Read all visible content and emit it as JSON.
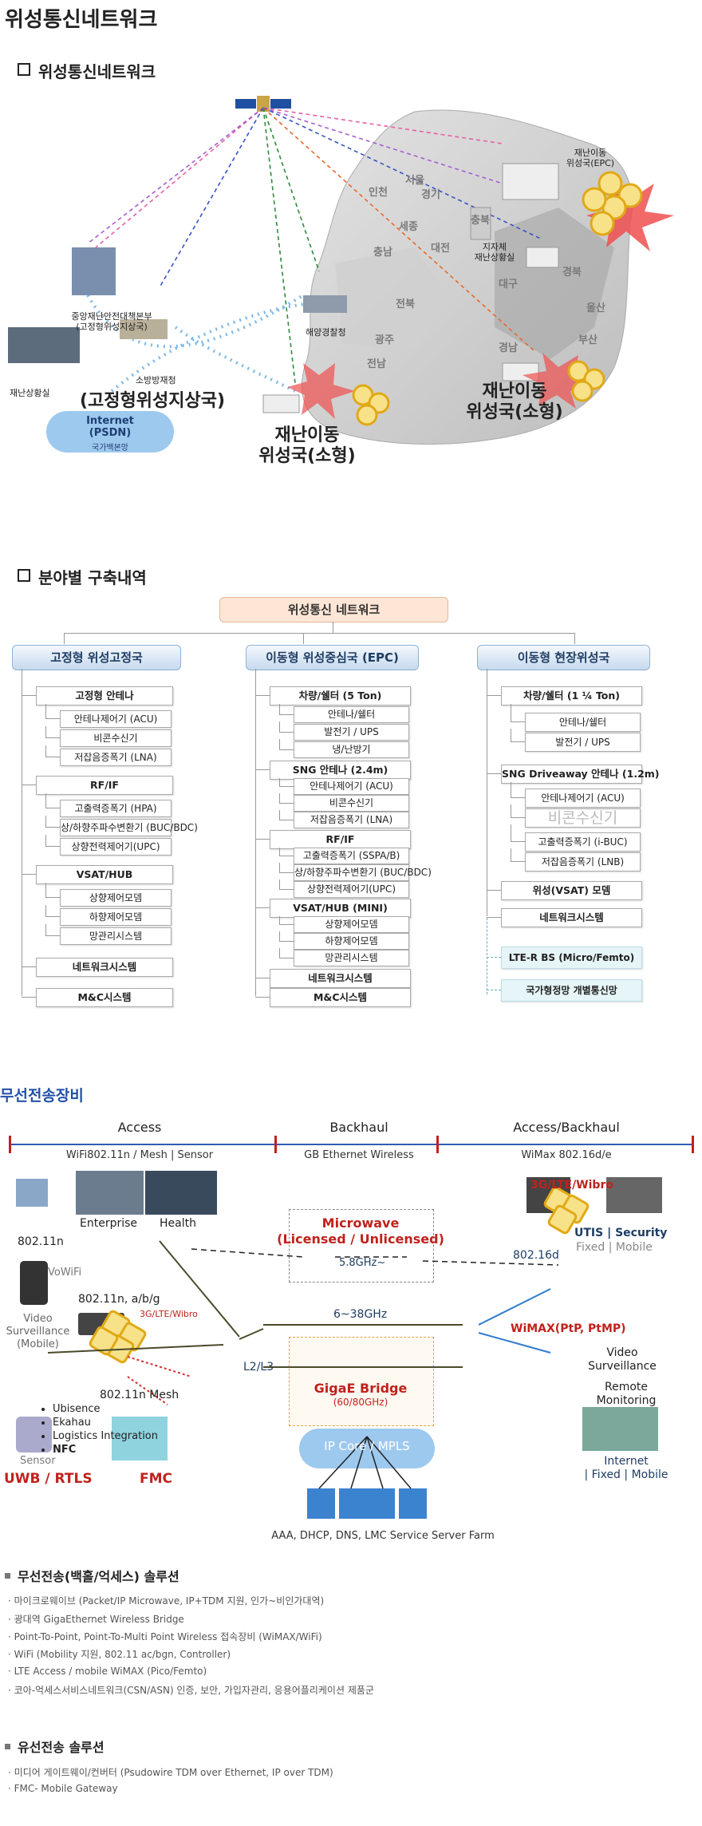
{
  "page_title": "위성통신네트워크",
  "section1": {
    "heading": "위성통신네트워크",
    "map_labels": {
      "cities": [
        "인천",
        "서울",
        "경기",
        "세종",
        "대전",
        "충남",
        "충북",
        "전북",
        "광주",
        "전남",
        "대구",
        "경북",
        "울산",
        "부산",
        "경남"
      ],
      "epc": "재난이동\n위성국(EPC)",
      "local_gov": "지자체\n재난상황실",
      "central_hq": "중앙재난안전대책본부\n(고정형위성지상국)",
      "fire_agency": "소방방재청",
      "coast_guard": "해양경찰청",
      "disaster_room": "재난상황실",
      "fixed_station": "(고정형위성지상국)",
      "internet": "Internet\n(PSDN)",
      "national_net": "국가백본망",
      "mobile_small_left": "재난이동\n위성국(소형)",
      "mobile_small_right": "재난이동\n위성국(소형)"
    }
  },
  "section2": {
    "heading": "분야별 구축내역",
    "root": "위성통신 네트워크",
    "columns": [
      {
        "header": "고정형 위성고정국",
        "items": [
          "고정형 안테나",
          "안테나제어기 (ACU)",
          "비콘수신기",
          "저잡음증폭기 (LNA)",
          "RF/IF",
          "고출력증폭기 (HPA)",
          "상/하향주파수변환기 (BUC/BDC)",
          "상향전력제어기(UPC)",
          "VSAT/HUB",
          "상향제어모뎀",
          "하향제어모뎀",
          "망관리시스템",
          "네트워크시스템",
          "M&C시스템"
        ]
      },
      {
        "header": "이동형 위성중심국 (EPC)",
        "items": [
          "차량/쉘터 (5 Ton)",
          "안테나/쉘터",
          "발전기 / UPS",
          "냉/난방기",
          "SNG 안테나 (2.4m)",
          "안테나제어기 (ACU)",
          "비콘수신기",
          "저잡음증폭기 (LNA)",
          "RF/IF",
          "고출력증폭기 (SSPA/B)",
          "상/하향주파수변환기 (BUC/BDC)",
          "상향전력제어기(UPC)",
          "VSAT/HUB (MINI)",
          "상향제어모뎀",
          "하향제어모뎀",
          "망관리시스템",
          "네트워크시스템",
          "M&C시스템"
        ]
      },
      {
        "header": "이동형 현장위성국",
        "items": [
          "차량/쉘터 (1 ¼ Ton)",
          "안테나/쉘터",
          "발전기 / UPS",
          "SNG Driveaway 안테나 (1.2m)",
          "안테나제어기 (ACU)",
          "비콘수신기",
          "고출력증폭기 (i-BUC)",
          "저잡음증폭기 (LNB)",
          "위성(VSAT) 모뎀",
          "네트워크시스템",
          "LTE-R BS (Micro/Femto)",
          "국가형정망 개별통신망"
        ]
      }
    ]
  },
  "section3": {
    "heading": "무선전송장비",
    "diagram": {
      "top": [
        "Access",
        "Backhaul",
        "Access/Backhaul"
      ],
      "sub": [
        "WiFi802.11n / Mesh | Sensor",
        "GB Ethernet Wireless",
        "WiMax 802.16d/e"
      ],
      "l_80211n": "802.11n",
      "l_enterprise": "Enterprise",
      "l_health": "Health",
      "l_vowifi": "VoWiFi",
      "l_abg": "802.11n, a/b/g",
      "l_video_mobile": "Video\nSurveillance\n(Mobile)",
      "l_3glte_small": "3G/LTE/Wibro",
      "l_mesh": "802.11n Mesh",
      "l_l2l3": "L2/L3",
      "l_bullets": [
        "Ubisence",
        "Ekahau",
        "Logistics Integration",
        "NFC"
      ],
      "l_sensor": "Sensor",
      "l_uwb": "UWB / RTLS",
      "l_fmc": "FMC",
      "l_microwave": "Microwave\n(Licensed / Unlicensed)",
      "l_58": "5.8GHz~",
      "l_638": "6~38GHz",
      "l_gigae": "GigaE Bridge",
      "l_6080": "(60/80GHz)",
      "l_ipcore": "IP Core / MPLS",
      "l_aaa": "AAA, DHCP, DNS, LMC Service Server Farm",
      "l_3glte_big": "3G/LTE/Wibro",
      "l_utis": "UTIS | Security",
      "l_fixedmobile": "Fixed | Mobile",
      "l_80216d": "802.16d",
      "l_wimax": "WiMAX(PtP, PtMP)",
      "l_video": "Video\nSurveillance",
      "l_remote": "Remote\nMonitoring",
      "l_internet": "Internet\n| Fixed | Mobile"
    },
    "solutions": [
      {
        "title": "무선전송(백홀/억세스) 솔루션",
        "items": [
          "마이크로웨이브 (Packet/IP Microwave, IP+TDM 지원,  인가~비인가대역)",
          "광대역 GigaEthernet Wireless Bridge",
          "Point-To-Point, Point-To-Multi Point Wireless 접속장비 (WiMAX/WiFi)",
          "WiFi (Mobility 지원, 802.11 ac/bgn, Controller)",
          "LTE Access / mobile WiMAX (Pico/Femto)",
          "코아-억세스서비스네트워크(CSN/ASN) 인증, 보안, 가입자관리, 응용어플리케이션 제품군"
        ]
      },
      {
        "title": "유선전송 솔루션",
        "items": [
          "미디어 게이트웨이/컨버터 (Psudowire TDM over Ethernet, IP over TDM)",
          "FMC- Mobile Gateway"
        ]
      }
    ]
  },
  "colors": {
    "heading_blue": "#2250a8",
    "accent_red": "#c0221c",
    "orange_box": "#fde6d6",
    "header_blue": "#c6daee"
  }
}
